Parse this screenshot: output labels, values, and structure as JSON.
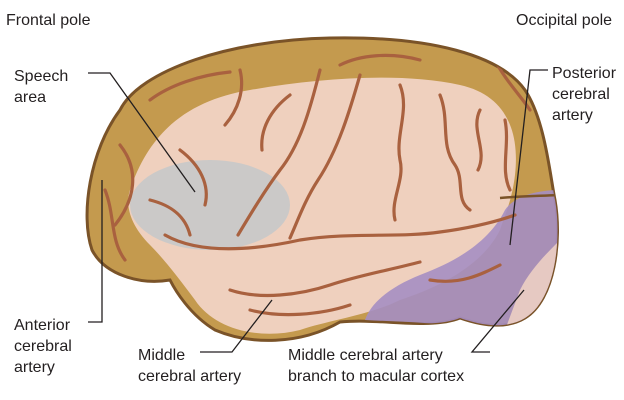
{
  "colors": {
    "anterior_territory": "#c49a4e",
    "middle_territory": "#f1d3c4",
    "posterior_territory": "#a58ec2",
    "speech_area": "#c8c8c8",
    "sulcus": "#a9613f",
    "outline": "#7a5328",
    "leader_line": "#231f20"
  },
  "labels": {
    "frontal_pole": "Frontal pole",
    "occipital_pole": "Occipital pole",
    "speech_area": [
      "Speech",
      "area"
    ],
    "posterior_cerebral_artery": [
      "Posterior",
      "cerebral",
      "artery"
    ],
    "anterior_cerebral_artery": [
      "Anterior",
      "cerebral",
      "artery"
    ],
    "middle_cerebral_artery": [
      "Middle",
      "cerebral artery"
    ],
    "macular_branch": [
      "Middle cerebral artery",
      "branch to macular cortex"
    ]
  }
}
